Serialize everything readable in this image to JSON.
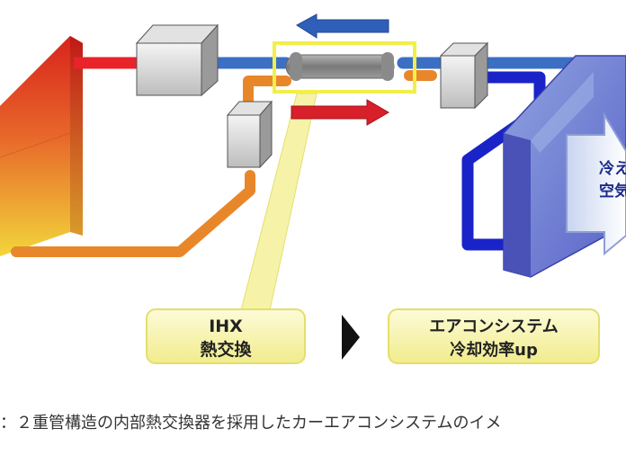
{
  "labels": {
    "ihx_line1": "IHX",
    "ihx_line2": "熱交換",
    "ac_line1": "エアコンシステム",
    "ac_line2": "冷却効率up",
    "cool_air_line1": "冷え",
    "cool_air_line2": "空気"
  },
  "caption": "：２重管構造の内部熱交換器を採用したカーエアコンシステムのイメ",
  "colors": {
    "red_pipe": "#e8232a",
    "orange_pipe": "#e8872a",
    "blue_pipe": "#3a6fc4",
    "dark_blue_pipe": "#1a23c8",
    "highlight": "#f2ef4a",
    "label_fill": "#fbf8b8",
    "arrow_blue": "#2f5fb8",
    "arrow_red": "#d8202a"
  }
}
